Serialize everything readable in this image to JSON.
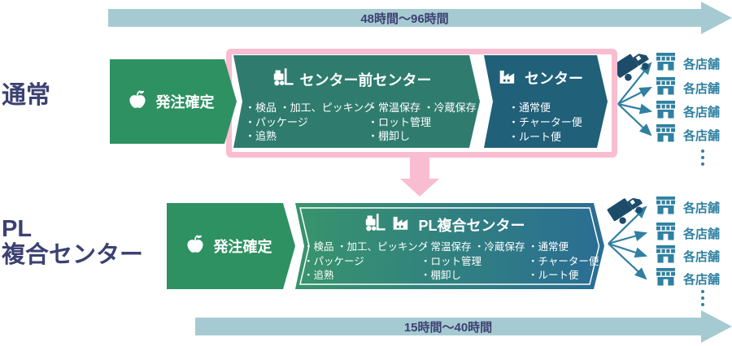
{
  "colors": {
    "green": "#2e9162",
    "teal": "#2f7c6f",
    "dark_blue": "#206079",
    "gradient_left": "#38946c",
    "gradient_right": "#2a6d94",
    "pink": "#f9bdd1",
    "light_blue": "#a6cad2",
    "navy_text": "#3c4172",
    "store_teal": "#2f80a1",
    "truck_navy": "#1d4c6b"
  },
  "top_arrow": {
    "label": "48時間〜96時間"
  },
  "bottom_arrow": {
    "label": "15時間〜40時間"
  },
  "row1": {
    "label": "通常",
    "order_box": {
      "label": "発注確定",
      "icon": "apple-icon"
    },
    "pre_center_box": {
      "title": "センター前センター",
      "icon": "forklift-icon",
      "col1": [
        "・検品 ・加工、ピッキング",
        "・パッケージ",
        "・追熟"
      ],
      "col2": [
        "・常温保存 ・冷蔵保存",
        "・ロット管理",
        "・棚卸し"
      ]
    },
    "center_box": {
      "title": "センター",
      "icon": "factory-icon",
      "col1": [
        "・通常便",
        "・チャーター便",
        "・ルート便"
      ]
    },
    "stores": [
      "各店舗",
      "各店舗",
      "各店舗",
      "各店舗"
    ]
  },
  "row2": {
    "label_line1": "PL",
    "label_line2": "複合センター",
    "order_box": {
      "label": "発注確定",
      "icon": "apple-icon"
    },
    "combined_box": {
      "title": "PL複合センター",
      "icons": [
        "forklift-icon",
        "factory-icon"
      ],
      "col1": [
        "・検品 ・加工、ピッキング",
        "・パッケージ",
        "・追熟"
      ],
      "col2": [
        "・常温保存 ・冷蔵保存",
        "・ロット管理",
        "・棚卸し"
      ],
      "col3": [
        "・通常便",
        "・チャーター便",
        "・ルート便"
      ]
    },
    "stores": [
      "各店舗",
      "各店舗",
      "各店舗",
      "各店舗"
    ]
  }
}
